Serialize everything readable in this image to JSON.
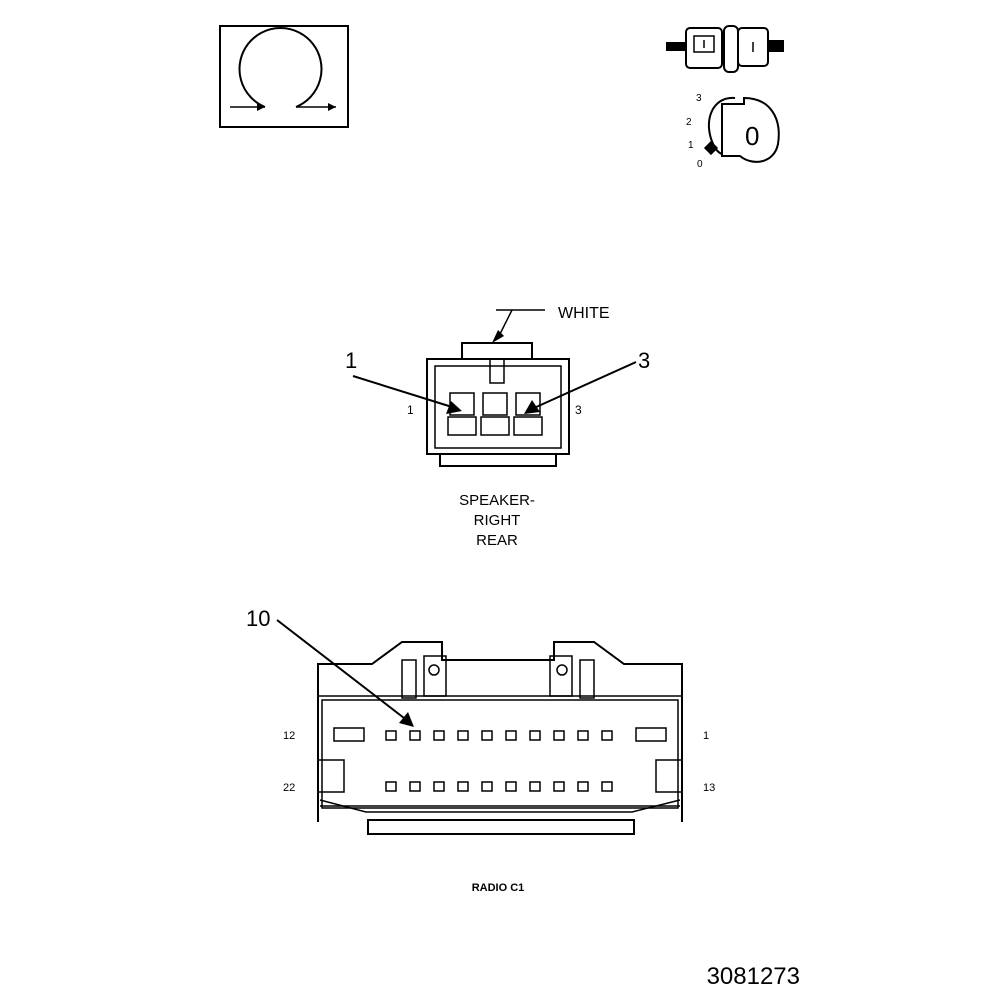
{
  "key_icon": {
    "positions": [
      "3",
      "2",
      "1",
      "0"
    ],
    "key_label": "0"
  },
  "speaker_connector": {
    "color_label": "WHITE",
    "pin_callout_left": "1",
    "pin_callout_right": "3",
    "pin_label_left": "1",
    "pin_label_right": "3",
    "name_lines": [
      "SPEAKER-",
      "RIGHT",
      "REAR"
    ]
  },
  "radio_connector": {
    "pin_callout": "10",
    "row1_left": "12",
    "row1_right": "1",
    "row2_left": "22",
    "row2_right": "13",
    "name": "RADIO C1"
  },
  "figure_id": "3081273"
}
